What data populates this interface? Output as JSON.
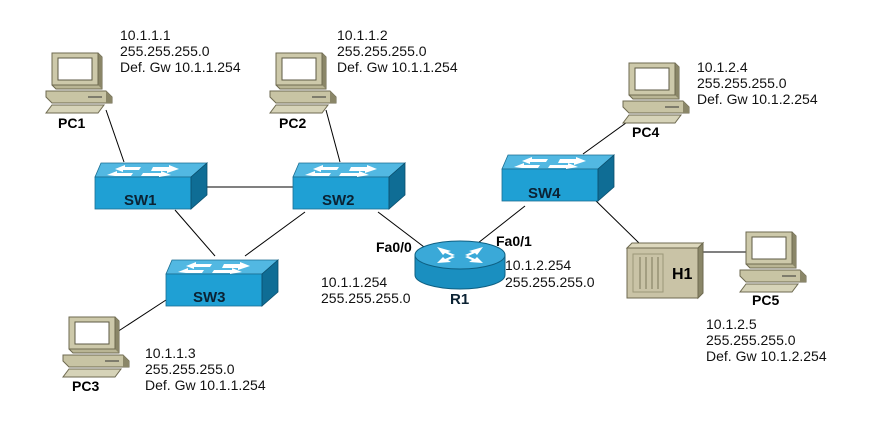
{
  "devices": {
    "pc1": {
      "label": "PC1",
      "ip": "10.1.1.1",
      "mask": "255.255.255.0",
      "gw": "Def. Gw 10.1.1.254"
    },
    "pc2": {
      "label": "PC2",
      "ip": "10.1.1.2",
      "mask": "255.255.255.0",
      "gw": "Def. Gw 10.1.1.254"
    },
    "pc3": {
      "label": "PC3",
      "ip": "10.1.1.3",
      "mask": "255.255.255.0",
      "gw": "Def. Gw 10.1.1.254"
    },
    "pc4": {
      "label": "PC4",
      "ip": "10.1.2.4",
      "mask": "255.255.255.0",
      "gw": "Def. Gw 10.1.2.254"
    },
    "pc5": {
      "label": "PC5",
      "ip": "10.1.2.5",
      "mask": "255.255.255.0",
      "gw": "Def. Gw 10.1.2.254"
    },
    "sw1": {
      "label": "SW1"
    },
    "sw2": {
      "label": "SW2"
    },
    "sw3": {
      "label": "SW3"
    },
    "sw4": {
      "label": "SW4"
    },
    "h1": {
      "label": "H1"
    },
    "r1": {
      "label": "R1",
      "fa00": {
        "name": "Fa0/0",
        "ip": "10.1.1.254",
        "mask": "255.255.255.0"
      },
      "fa01": {
        "name": "Fa0/1",
        "ip": "10.1.2.254",
        "mask": "255.255.255.0"
      }
    }
  },
  "links": [
    [
      "pc1",
      "sw1"
    ],
    [
      "pc2",
      "sw2"
    ],
    [
      "sw1",
      "sw2"
    ],
    [
      "sw1",
      "sw3"
    ],
    [
      "sw2",
      "sw3"
    ],
    [
      "pc3",
      "sw3"
    ],
    [
      "sw2",
      "r1"
    ],
    [
      "r1",
      "sw4"
    ],
    [
      "sw4",
      "pc4"
    ],
    [
      "sw4",
      "h1"
    ],
    [
      "h1",
      "pc5"
    ]
  ],
  "colors": {
    "switch_top": "#4fb6e0",
    "switch_front": "#1f9ed2",
    "switch_side": "#0f6e96",
    "router_top": "#3aa9d8",
    "router_body": "#1a8fc0",
    "pc_beige": "#c8c4a4",
    "pc_dark": "#8a8668",
    "hub": "#c9c3a6"
  }
}
